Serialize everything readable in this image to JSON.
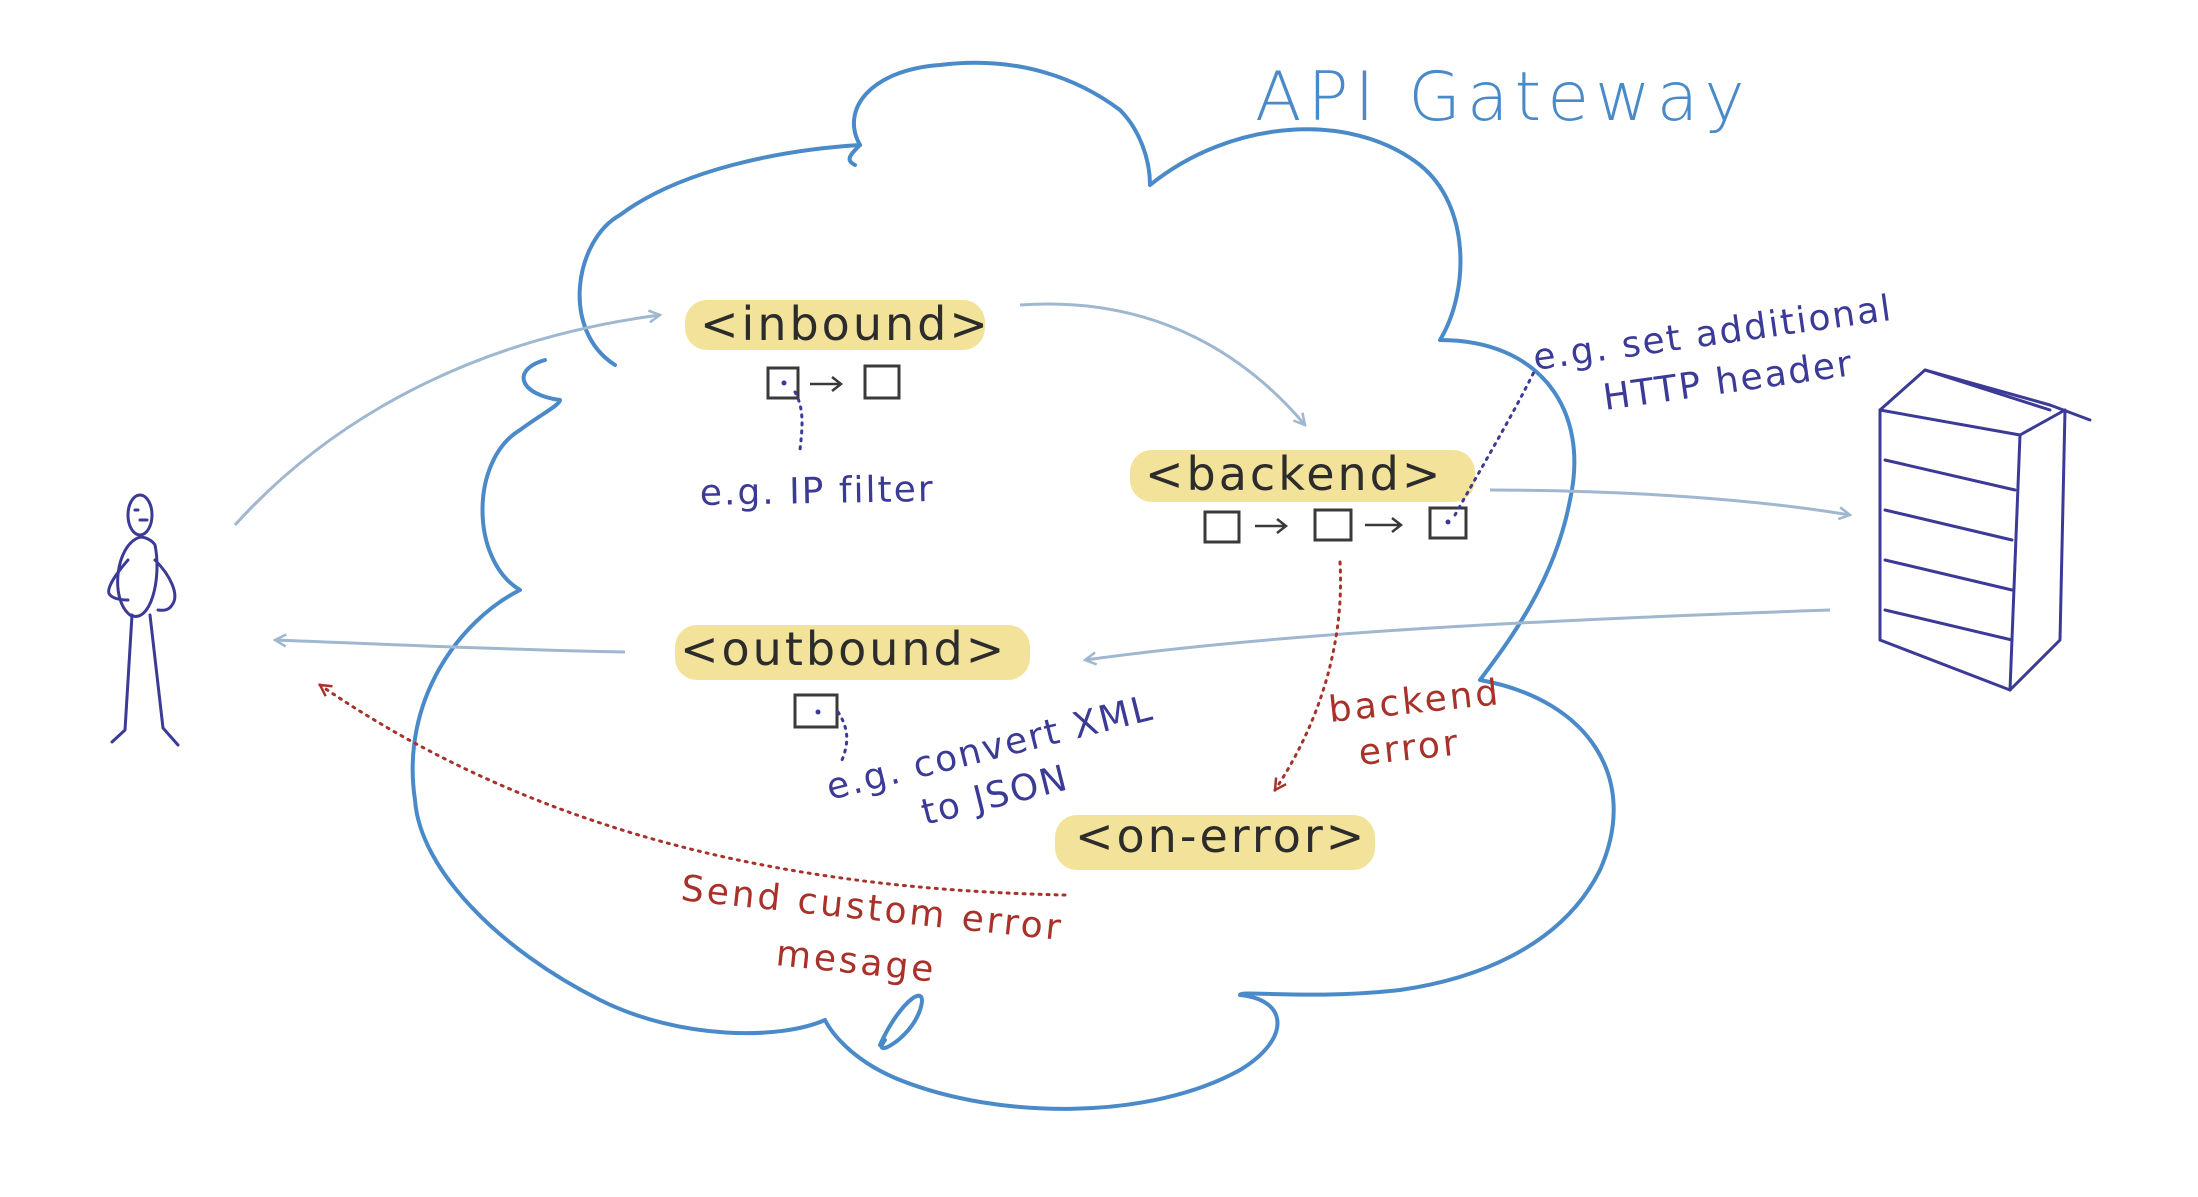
{
  "title": "API Gateway",
  "policies": {
    "inbound": "<inbound>",
    "backend": "<backend>",
    "outbound": "<outbound>",
    "on_error": "<on-error>"
  },
  "notes": {
    "inbound_example": "e.g. IP filter",
    "backend_example_line1": "e.g. set additional",
    "backend_example_line2": "HTTP header",
    "outbound_example_line1": "e.g. convert XML",
    "outbound_example_line2": "to JSON",
    "backend_error_line1": "backend",
    "backend_error_line2": "error",
    "custom_error_line1": "Send custom error",
    "custom_error_line2": "mesage"
  },
  "colors": {
    "cloud": "#4a8ac8",
    "flow_arrow": "#9fb8cf",
    "ink": "#3b3a96",
    "error": "#a8322a",
    "highlight": "#f3e39a",
    "box": "#3a3a3a"
  },
  "icons": {
    "user": "stick-figure-icon",
    "backend_server": "server-rack-icon"
  }
}
